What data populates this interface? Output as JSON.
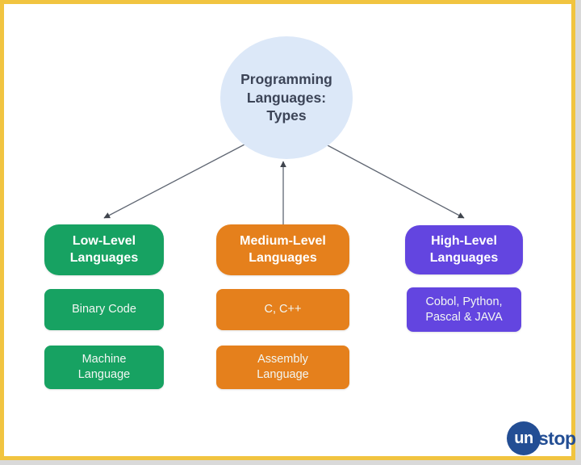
{
  "page": {
    "background_color": "#ffffff",
    "frame_border_color": "#F1C440",
    "connector_color": "#5F6672"
  },
  "diagram": {
    "root_node": {
      "label": "Programming Languages: Types",
      "fill_color": "#DCE8F8",
      "text_color": "#3C4457"
    },
    "columns": [
      {
        "header": "Low-Level Languages",
        "color": "#17A262",
        "items": [
          "Binary Code",
          "Machine Language"
        ]
      },
      {
        "header": "Medium-Level Languages",
        "color": "#E5801C",
        "items": [
          "C, C++",
          "Assembly Language"
        ]
      },
      {
        "header": "High-Level Languages",
        "color": "#6345E0",
        "items": [
          "Cobol, Python, Pascal & JAVA"
        ]
      }
    ],
    "connectors": [
      {
        "from": "root",
        "to": "Low-Level Languages"
      },
      {
        "from": "Medium-Level Languages",
        "to": "root"
      },
      {
        "from": "root",
        "to": "High-Level Languages"
      }
    ]
  },
  "branding": {
    "logo_circle_text": "un",
    "logo_rest_text": "stop",
    "logo_color": "#234E94"
  }
}
